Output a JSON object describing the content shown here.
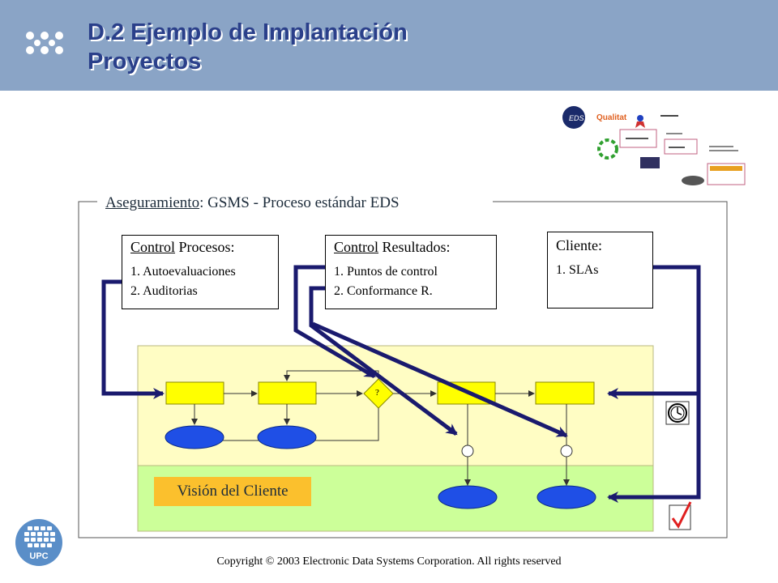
{
  "header": {
    "title_line1": "D.2 Ejemplo de Implantación",
    "title_line2": "Proyectos"
  },
  "frame": {
    "label_underlined": "Aseguramiento",
    "label_rest": ": GSMS - Proceso estándar EDS"
  },
  "control_procesos": {
    "title_underlined": "Control",
    "title_rest": " Procesos:",
    "items": [
      "1. Autoevaluaciones",
      "2. Auditorias"
    ]
  },
  "control_resultados": {
    "title_underlined": "Control",
    "title_rest": " Resultados:",
    "items": [
      "1. Puntos de control",
      "2. Conformance R."
    ]
  },
  "cliente": {
    "title": "Cliente:",
    "items": [
      "1. SLAs"
    ]
  },
  "process": {
    "decision_label": "?",
    "client_view_label": "Visión del Cliente"
  },
  "logos": {
    "eds": "EDS",
    "qualitat": "Qualitat",
    "upc": "UPC"
  },
  "colors": {
    "header": "#8aa4c6",
    "title": "#2a3f8a",
    "process_band": "#fffdc4",
    "client_band": "#ccff99",
    "process_box": "#ffff00",
    "ellipse": "#1f4fe6",
    "arrow": "#1a1a6e",
    "vision_label": "#fbc02d"
  },
  "copyright": "Copyright © 2003 Electronic Data Systems Corporation. All rights reserved"
}
